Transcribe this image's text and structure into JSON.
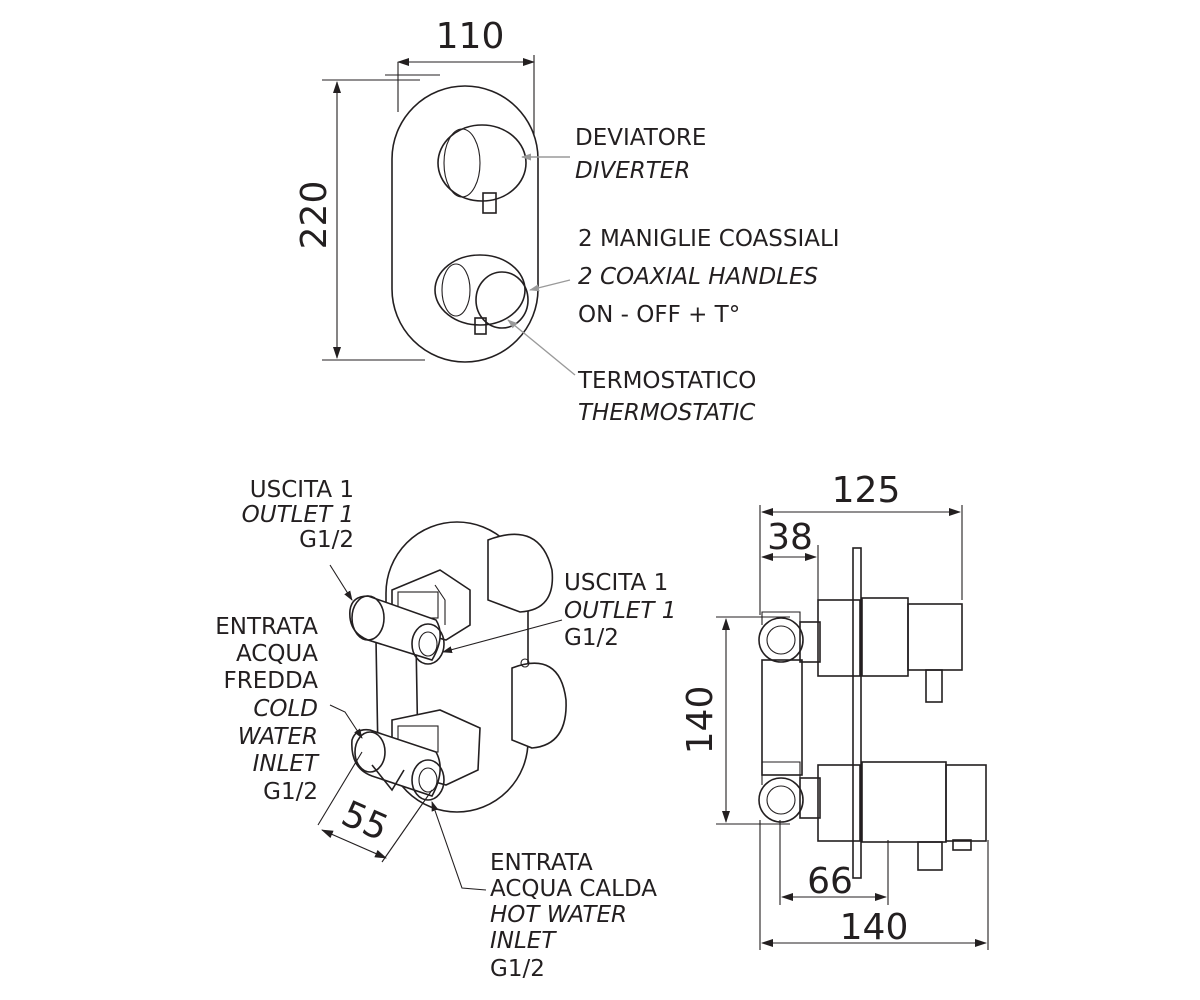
{
  "dimensions": {
    "front_width": "110",
    "front_height": "220",
    "depth_total": "125",
    "depth_body": "38",
    "inlet_spacing": "140",
    "inlet_depth_side": "55",
    "plate_offset": "66",
    "overall_depth": "140"
  },
  "labels": {
    "diverter": {
      "it": "DEVIATORE",
      "en": "DIVERTER"
    },
    "handles": {
      "it": "2 MANIGLIE COASSIALI",
      "en": "2 COAXIAL HANDLES",
      "note": "ON - OFF + T°"
    },
    "thermostatic": {
      "it": "TERMOSTATICO",
      "en": "THERMOSTATIC"
    },
    "outlet_left": {
      "it": "USCITA 1",
      "en": "OUTLET 1",
      "thread": "G1/2"
    },
    "outlet_right": {
      "it": "USCITA 1",
      "en": "OUTLET 1",
      "thread": "G1/2"
    },
    "cold_inlet": {
      "it1": "ENTRATA",
      "it2": "ACQUA",
      "it3": "FREDDA",
      "en1": "COLD",
      "en2": "WATER",
      "en3": "INLET",
      "thread": "G1/2"
    },
    "hot_inlet": {
      "it1": "ENTRATA",
      "it2": "ACQUA CALDA",
      "en1": "HOT WATER",
      "en2": "INLET",
      "thread": "G1/2"
    }
  }
}
